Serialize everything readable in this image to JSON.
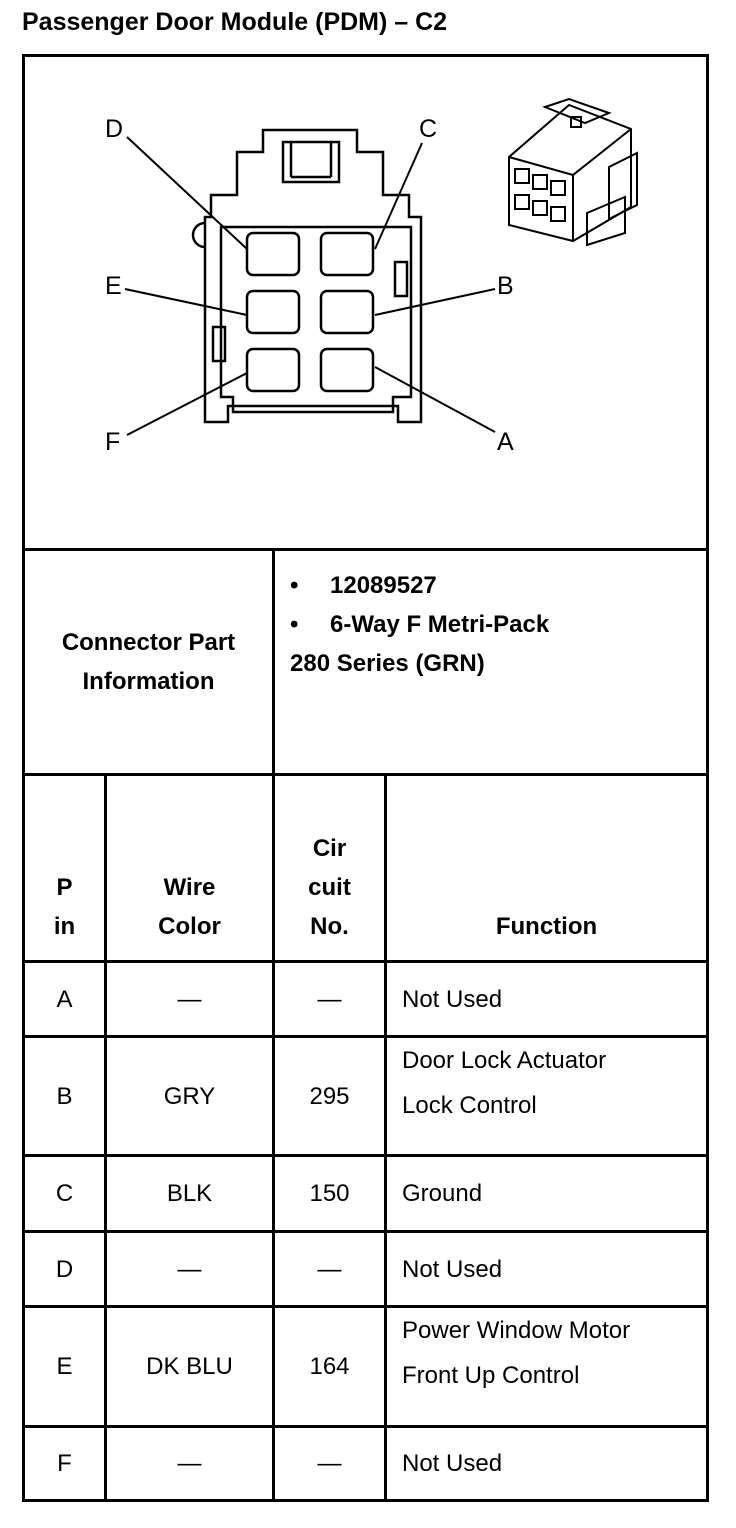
{
  "title": "Passenger Door Module (PDM) – C2",
  "diagram": {
    "pin_labels": [
      "A",
      "B",
      "C",
      "D",
      "E",
      "F"
    ]
  },
  "part_info": {
    "label": "Connector Part Information",
    "bullet": "•",
    "part_number": "12089527",
    "line2": "6-Way F Metri-Pack",
    "line3": "280 Series (GRN)"
  },
  "table": {
    "headers": {
      "pin": [
        "P",
        "in"
      ],
      "wire_color": [
        "Wire",
        "Color"
      ],
      "circuit": [
        "Cir",
        "cuit",
        "No."
      ],
      "function": "Function"
    },
    "rows": [
      {
        "pin": "A",
        "wire": "—",
        "circuit": "—",
        "function": [
          "Not Used"
        ]
      },
      {
        "pin": "B",
        "wire": "GRY",
        "circuit": "295",
        "function": [
          "Door Lock Actuator",
          "Lock Control"
        ]
      },
      {
        "pin": "C",
        "wire": "BLK",
        "circuit": "150",
        "function": [
          "Ground"
        ]
      },
      {
        "pin": "D",
        "wire": "—",
        "circuit": "—",
        "function": [
          "Not Used"
        ]
      },
      {
        "pin": "E",
        "wire": "DK BLU",
        "circuit": "164",
        "function": [
          "Power Window Motor",
          "Front Up Control"
        ]
      },
      {
        "pin": "F",
        "wire": "—",
        "circuit": "—",
        "function": [
          "Not Used"
        ]
      }
    ]
  }
}
